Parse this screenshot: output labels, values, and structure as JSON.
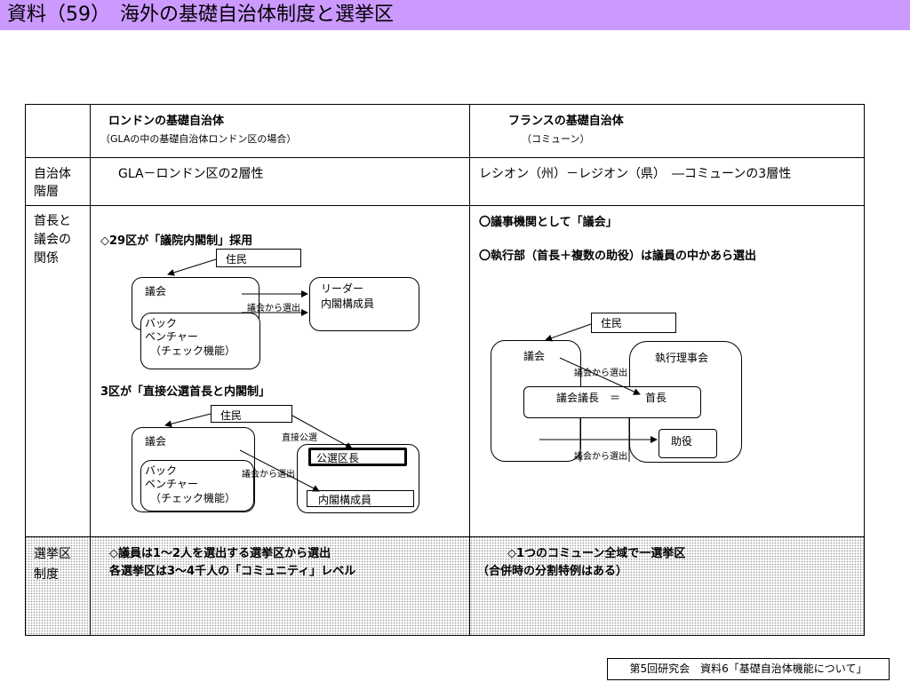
{
  "title": "資料（59）　海外の基礎自治体制度と選挙区",
  "header": {
    "london_title": "ロンドンの基礎自治体",
    "london_subtitle": "（GLAの中の基礎自治体ロンドン区の場合）",
    "france_title": "フランスの基礎自治体",
    "france_subtitle": "（コミューン）"
  },
  "row1": {
    "label_line1": "自治体",
    "label_line2": "階層",
    "london": "GLA－ロンドン区の2層性",
    "france": "レシオン（州）－レジオン（県）　―コミューンの3層性"
  },
  "row2": {
    "label_line1": "首長と",
    "label_line2": "議会の",
    "label_line3": "関係",
    "london": {
      "heading1": "◇29区が「議院内閣制」採用",
      "d1_jumin": "住民",
      "d1_gikai": "議会",
      "d1_leader_line1": "リーダー",
      "d1_leader_line2": "内閣構成員",
      "d1_senshutsu": "議会から選出",
      "d1_back_line1": "バック",
      "d1_back_line2": "ベンチャー",
      "d1_back_line3": "（チェック機能）",
      "heading2": "3区が「直接公選首長と内閣制」",
      "d2_jumin": "住民",
      "d2_gikai": "議会",
      "d2_chokusetsu": "直接公選",
      "d2_kusho": "公選区長",
      "d2_senshutsu": "議会から選出",
      "d2_naikaku": "内閣構成員",
      "d2_back_line1": "バック",
      "d2_back_line2": "ベンチャー",
      "d2_back_line3": "（チェック機能）"
    },
    "france": {
      "line1": "〇議事機関として「議会」",
      "line2": "〇執行部（首長＋複数の助役）は議員の中かあら選出",
      "jumin": "住民",
      "gikai": "議会",
      "shikko": "執行理事会",
      "senshutsu1": "議会から選出",
      "gichou": "議会議長　＝",
      "shucho": "首長",
      "senshutsu2": "議会から選出",
      "joyaku": "助役"
    }
  },
  "row3": {
    "label_line1": "選挙区",
    "label_line2": "制度",
    "london_line1": "◇議員は1～2人を選出する選挙区から選出",
    "london_line2": "各選挙区は3～4千人の「コミュニティ」レベル",
    "france_line1": "◇1つのコミューン全域で一選挙区",
    "france_line2": "（合併時の分割特例はある）"
  },
  "footer": "第5回研究会　資料6「基礎自治体機能について」"
}
